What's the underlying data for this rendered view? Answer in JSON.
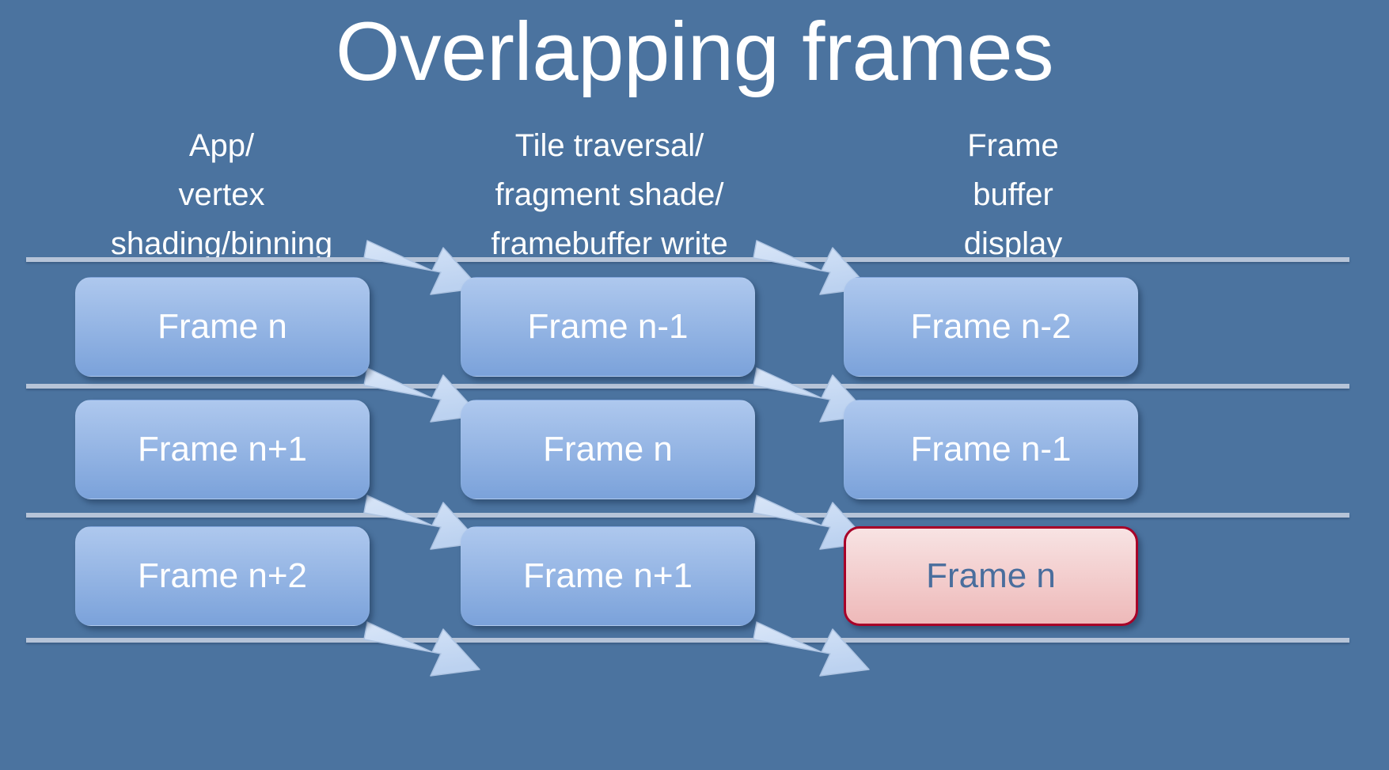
{
  "slide": {
    "title": "Overlapping frames",
    "background_color": "#4b739f"
  },
  "columns": [
    {
      "id": "app-vertex",
      "label": "App/\nvertex\nshading/binning"
    },
    {
      "id": "tile-fragment",
      "label": "Tile traversal/\nfragment shade/\nframebuffer write"
    },
    {
      "id": "framebuffer-display",
      "label": "Frame\nbuffer\ndisplay"
    }
  ],
  "rows": [
    {
      "id": "row-0",
      "cells": [
        {
          "label": "Frame n",
          "style": "blue"
        },
        {
          "label": "Frame n-1",
          "style": "blue"
        },
        {
          "label": "Frame n-2",
          "style": "blue"
        }
      ]
    },
    {
      "id": "row-1",
      "cells": [
        {
          "label": "Frame n+1",
          "style": "blue"
        },
        {
          "label": "Frame n",
          "style": "blue"
        },
        {
          "label": "Frame n-1",
          "style": "blue"
        }
      ]
    },
    {
      "id": "row-2",
      "cells": [
        {
          "label": "Frame n+2",
          "style": "blue"
        },
        {
          "label": "Frame n+1",
          "style": "blue"
        },
        {
          "label": "Frame n",
          "style": "pink"
        }
      ]
    }
  ],
  "colors": {
    "background": "#4b739f",
    "box_blue_top": "#aec8ee",
    "box_blue_bottom": "#7ba2da",
    "box_pink_top": "#f8e3e3",
    "box_pink_bottom": "#eeb9b9",
    "highlight_border": "#a80028",
    "highlight_text": "#4a6e9d",
    "divider": "#b6c4d8",
    "arrow_fill": "#c9dbf4",
    "title_text": "#ffffff"
  },
  "arrows": {
    "icon": "block-arrow-down-right-icon",
    "count": 8,
    "direction": "down-right"
  }
}
